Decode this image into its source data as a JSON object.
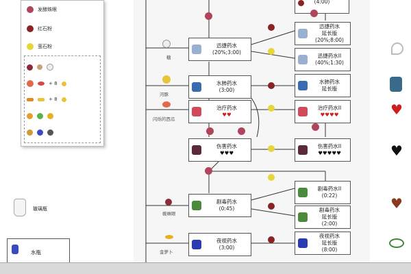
{
  "legend": {
    "item1": "发酵蛛眼",
    "item2": "红石粉",
    "item3": "萤石粉",
    "plus8a": "+ 8",
    "plus8b": "+ 8"
  },
  "bottle_label": "玻璃瓶",
  "water_label": "水瓶",
  "ingredients": {
    "sugar": "糖",
    "pufferfish": "河豚",
    "melon": "闪烁的西瓜",
    "spider_eye": "蜘蛛眼",
    "carrot": "金萝卜"
  },
  "nodes": {
    "top_right": "(4:00)",
    "swift": "迅捷药水",
    "swift_val": "(20%;3:00)",
    "swift_ext1": "迅捷药水",
    "swift_ext2": "延长版",
    "swift_ext_val": "(20%;8:00)",
    "swift2": "迅捷药水II",
    "swift2_val": "(40%;1:30)",
    "water_breath": "水肺药水",
    "water_breath_val": "(3:00)",
    "water_ext1": "水肺药水",
    "water_ext2": "延长版",
    "heal": "治疗药水",
    "heal2": "治疗药水II",
    "harm": "伤害药水",
    "harm2": "伤害药水II",
    "poison": "剧毒药水",
    "poison_val": "(0:45)",
    "poison2": "剧毒药水II",
    "poison2_val": "(0:22)",
    "poison_ext1": "剧毒药水",
    "poison_ext2": "延长版",
    "poison_ext_val": "(2:00)",
    "night": "夜视药水",
    "night_val": "(3:00)",
    "night_ext1": "夜视药水",
    "night_ext2": "延长版",
    "night_ext_val": "(8:00)"
  },
  "colors": {
    "fermented": "#b0445a",
    "redstone": "#8a2323",
    "glowstone": "#e6d63a",
    "line": "#333333"
  }
}
